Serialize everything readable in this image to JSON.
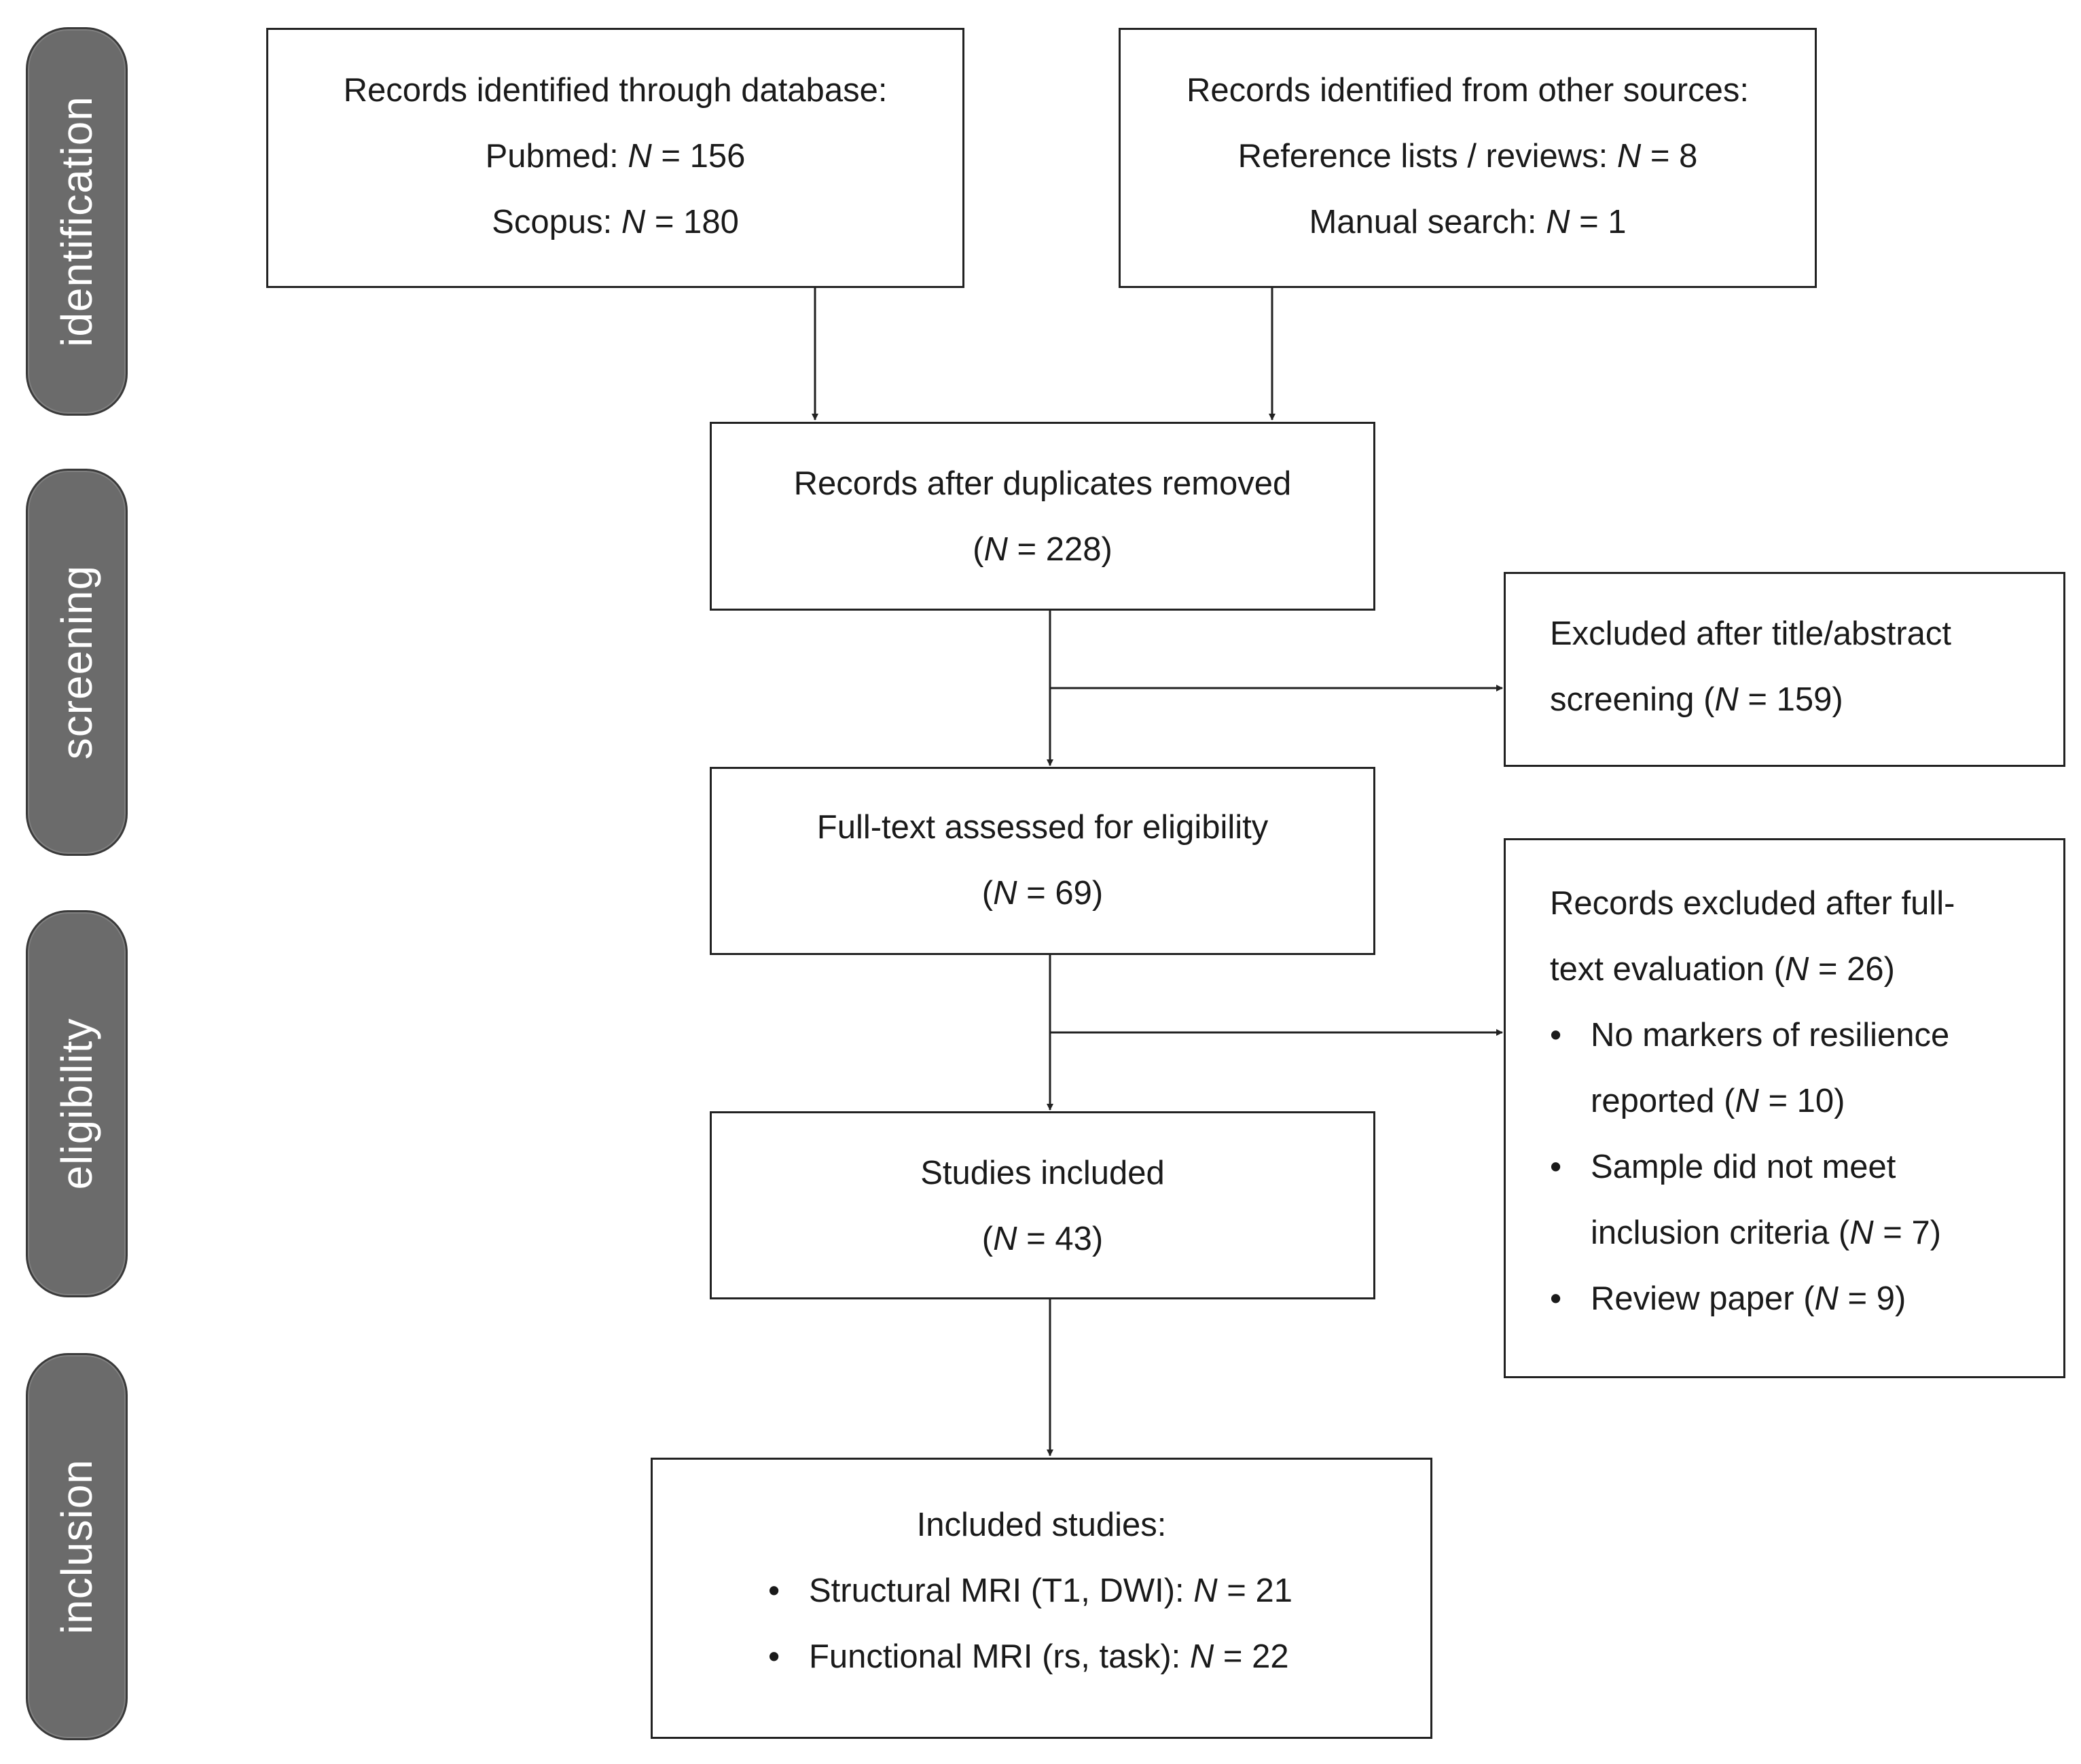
{
  "phases": [
    {
      "label": "identification"
    },
    {
      "label": "screening"
    },
    {
      "label": "eligibility"
    },
    {
      "label": "inclusion"
    }
  ],
  "boxes": {
    "database": {
      "title": "Records identified through database:",
      "pubmed_label": "Pubmed: ",
      "pubmed_value": " = 156",
      "scopus_label": "Scopus: ",
      "scopus_value": " = 180"
    },
    "other_sources": {
      "title": "Records identified from other sources:",
      "reference_label": "Reference lists / reviews: ",
      "reference_value": " = 8",
      "manual_label": "Manual search: ",
      "manual_value": " = 1"
    },
    "duplicates_removed": {
      "title": "Records after duplicates removed",
      "count_prefix": "(",
      "count_value": " = 228)"
    },
    "excluded_title_abstract": {
      "line1": "Excluded after title/abstract",
      "line2_prefix": "screening (",
      "line2_value": " = 159)"
    },
    "full_text": {
      "title": "Full-text assessed for eligibility",
      "count_prefix": "(",
      "count_value": " = 69)"
    },
    "excluded_full_text": {
      "line1": "Records excluded after full-",
      "line2_prefix": "text evaluation (",
      "line2_value": " = 26)",
      "reason1_line1": "No markers of resilience",
      "reason1_line2_prefix": "reported (",
      "reason1_line2_value": " = 10)",
      "reason2_line1": "Sample did not meet",
      "reason2_line2_prefix": "inclusion criteria (",
      "reason2_line2_value": " = 7)",
      "reason3_prefix": "Review paper (",
      "reason3_value": " = 9)"
    },
    "studies_included": {
      "title": "Studies included",
      "count_prefix": "(",
      "count_value": " = 43)"
    },
    "included_studies": {
      "title": "Included studies:",
      "structural_label": "Structural MRI (T1, DWI): ",
      "structural_value": " = 21",
      "functional_label": "Functional MRI (rs, task):  ",
      "functional_value": " = 22"
    }
  },
  "symbols": {
    "n": "N",
    "bullet": "•"
  }
}
